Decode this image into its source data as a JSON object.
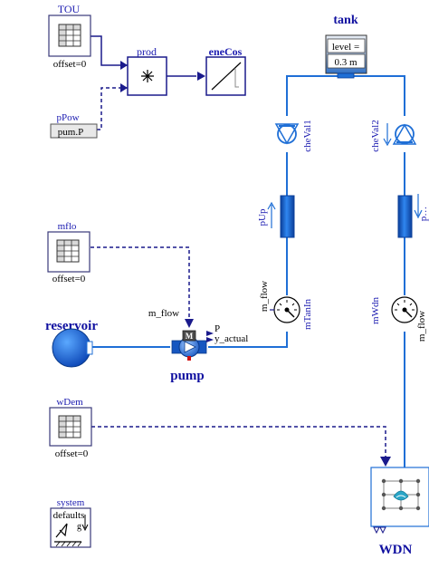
{
  "colors": {
    "line_blue": "#1f6fd6",
    "signal_navy": "#1a1a8c",
    "comp_blue": "#1e63d0",
    "text_blue": "#1a1ab0",
    "title_blue": "#1010a0"
  },
  "labels": {
    "tou": "TOU",
    "tou_offset": "offset=0",
    "prod": "prod",
    "enecos": "eneCos",
    "ppow": "pPow",
    "ppow_value": "pum.P",
    "tank": "tank",
    "tank_level_1": "level =",
    "tank_level_2": "0.3 m",
    "cheval1": "cheVal1",
    "cheval2": "cheVal2",
    "pup": "pUp",
    "pdown_partial": "p…",
    "mflo": "mflo",
    "mflo_offset": "offset=0",
    "mflow_signal": "m_flow",
    "p_out": "P",
    "y_actual": "y_actual",
    "pump_m": "M",
    "reservoir": "reservoir",
    "pump": "pump",
    "mtanin_flow": "m_flow",
    "mtanin": "mTanIn",
    "mwdn": "mWdn",
    "mwdn_flow": "m_flow",
    "wdem": "wDem",
    "wdem_offset": "offset=0",
    "wdn": "WDN",
    "system": "system",
    "system_defaults": "defaults",
    "system_g": "g"
  },
  "icons": {
    "table": "table-icon",
    "multiply": "multiply-icon",
    "integrator": "integrator-icon",
    "check_valve": "check-valve-icon",
    "pipe": "pipe-icon",
    "sensor": "flow-sensor-icon",
    "pump": "pump-icon",
    "reservoir": "reservoir-icon",
    "wdn": "water-network-icon",
    "system": "gravity-system-icon"
  }
}
